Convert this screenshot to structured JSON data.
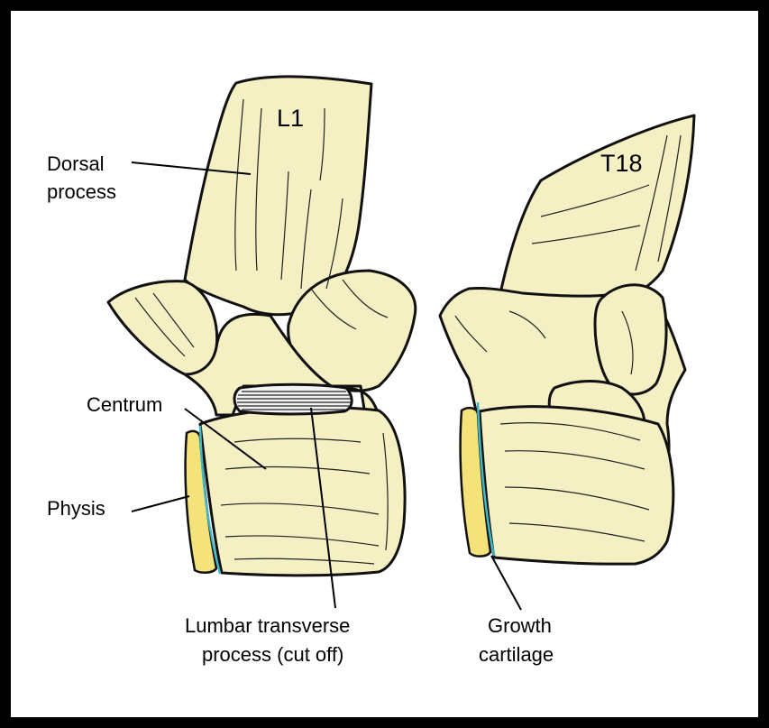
{
  "labels": {
    "l1": "L1",
    "t18": "T18",
    "dorsal_line1": "Dorsal",
    "dorsal_line2": "process",
    "centrum": "Centrum",
    "physis": "Physis",
    "lumbar_line1": "Lumbar transverse",
    "lumbar_line2": "process (cut off)",
    "growth_line1": "Growth",
    "growth_line2": "cartilage"
  },
  "colors": {
    "bone": "#f4f0c4",
    "physis": "#f4e27a",
    "growth_cartilage": "#3fb8c8",
    "frame": "#000000"
  }
}
